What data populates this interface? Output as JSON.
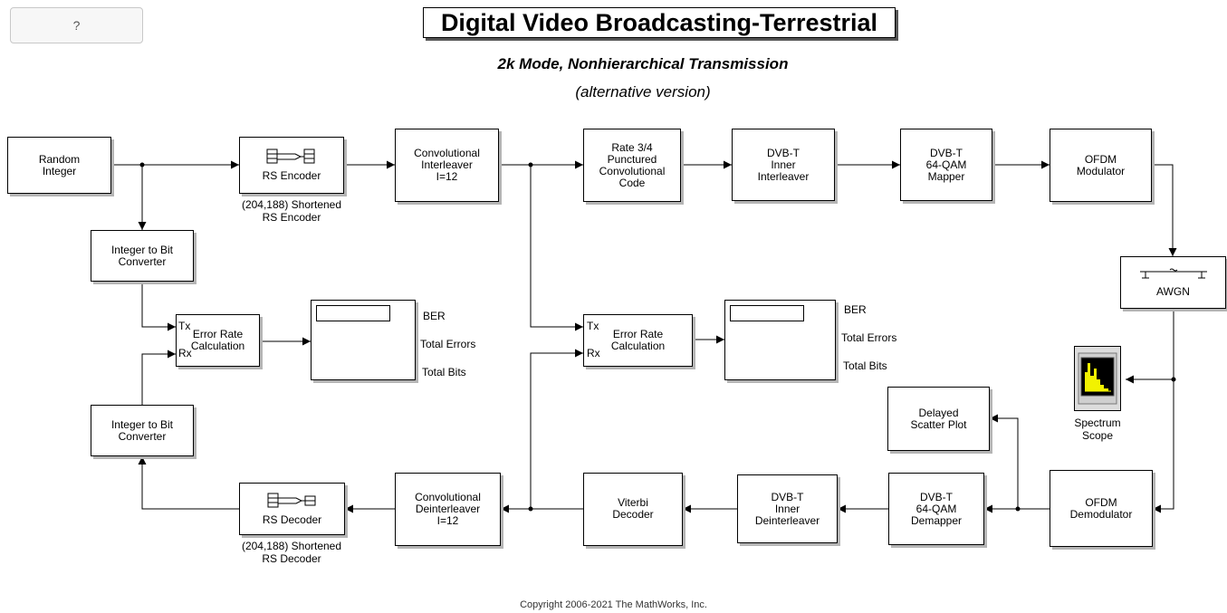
{
  "title": "Digital Video Broadcasting-Terrestrial",
  "subtitle": "2k Mode, Nonhierarchical Transmission",
  "alt_version": "(alternative version)",
  "help_button": "?",
  "copyright": "Copyright 2006-2021 The MathWorks, Inc.",
  "blocks": {
    "random_integer": "Random\nInteger",
    "rs_encoder": "RS Encoder",
    "rs_encoder_label": "(204,188) Shortened\nRS Encoder",
    "conv_interleaver": "Convolutional\nInterleaver\nI=12",
    "punctured_code": "Rate 3/4\nPunctured\nConvolutional\nCode",
    "inner_interleaver": "DVB-T\nInner\nInterleaver",
    "qam_mapper": "DVB-T\n64-QAM\nMapper",
    "ofdm_modulator": "OFDM\nModulator",
    "awgn": "AWGN",
    "int2bit_top": "Integer to Bit\nConverter",
    "int2bit_bottom": "Integer to Bit\nConverter",
    "error_rate_left": "Error Rate\nCalculation",
    "error_rate_right": "Error Rate\nCalculation",
    "spectrum_scope_label": "Spectrum\nScope",
    "delayed_scatter": "Delayed\nScatter Plot",
    "ofdm_demodulator": "OFDM\nDemodulator",
    "qam_demapper": "DVB-T\n64-QAM\nDemapper",
    "inner_deinterleaver": "DVB-T\nInner\nDeinterleaver",
    "viterbi": "Viterbi\nDecoder",
    "conv_deinterleaver": "Convolutional\nDeinterleaver\nI=12",
    "rs_decoder": "RS Decoder",
    "rs_decoder_label": "(204,188) Shortened\nRS Decoder"
  },
  "ports": {
    "tx": "Tx",
    "rx": "Rx"
  },
  "display_labels": {
    "ber": "BER",
    "total_errors": "Total Errors",
    "total_bits": "Total Bits"
  }
}
